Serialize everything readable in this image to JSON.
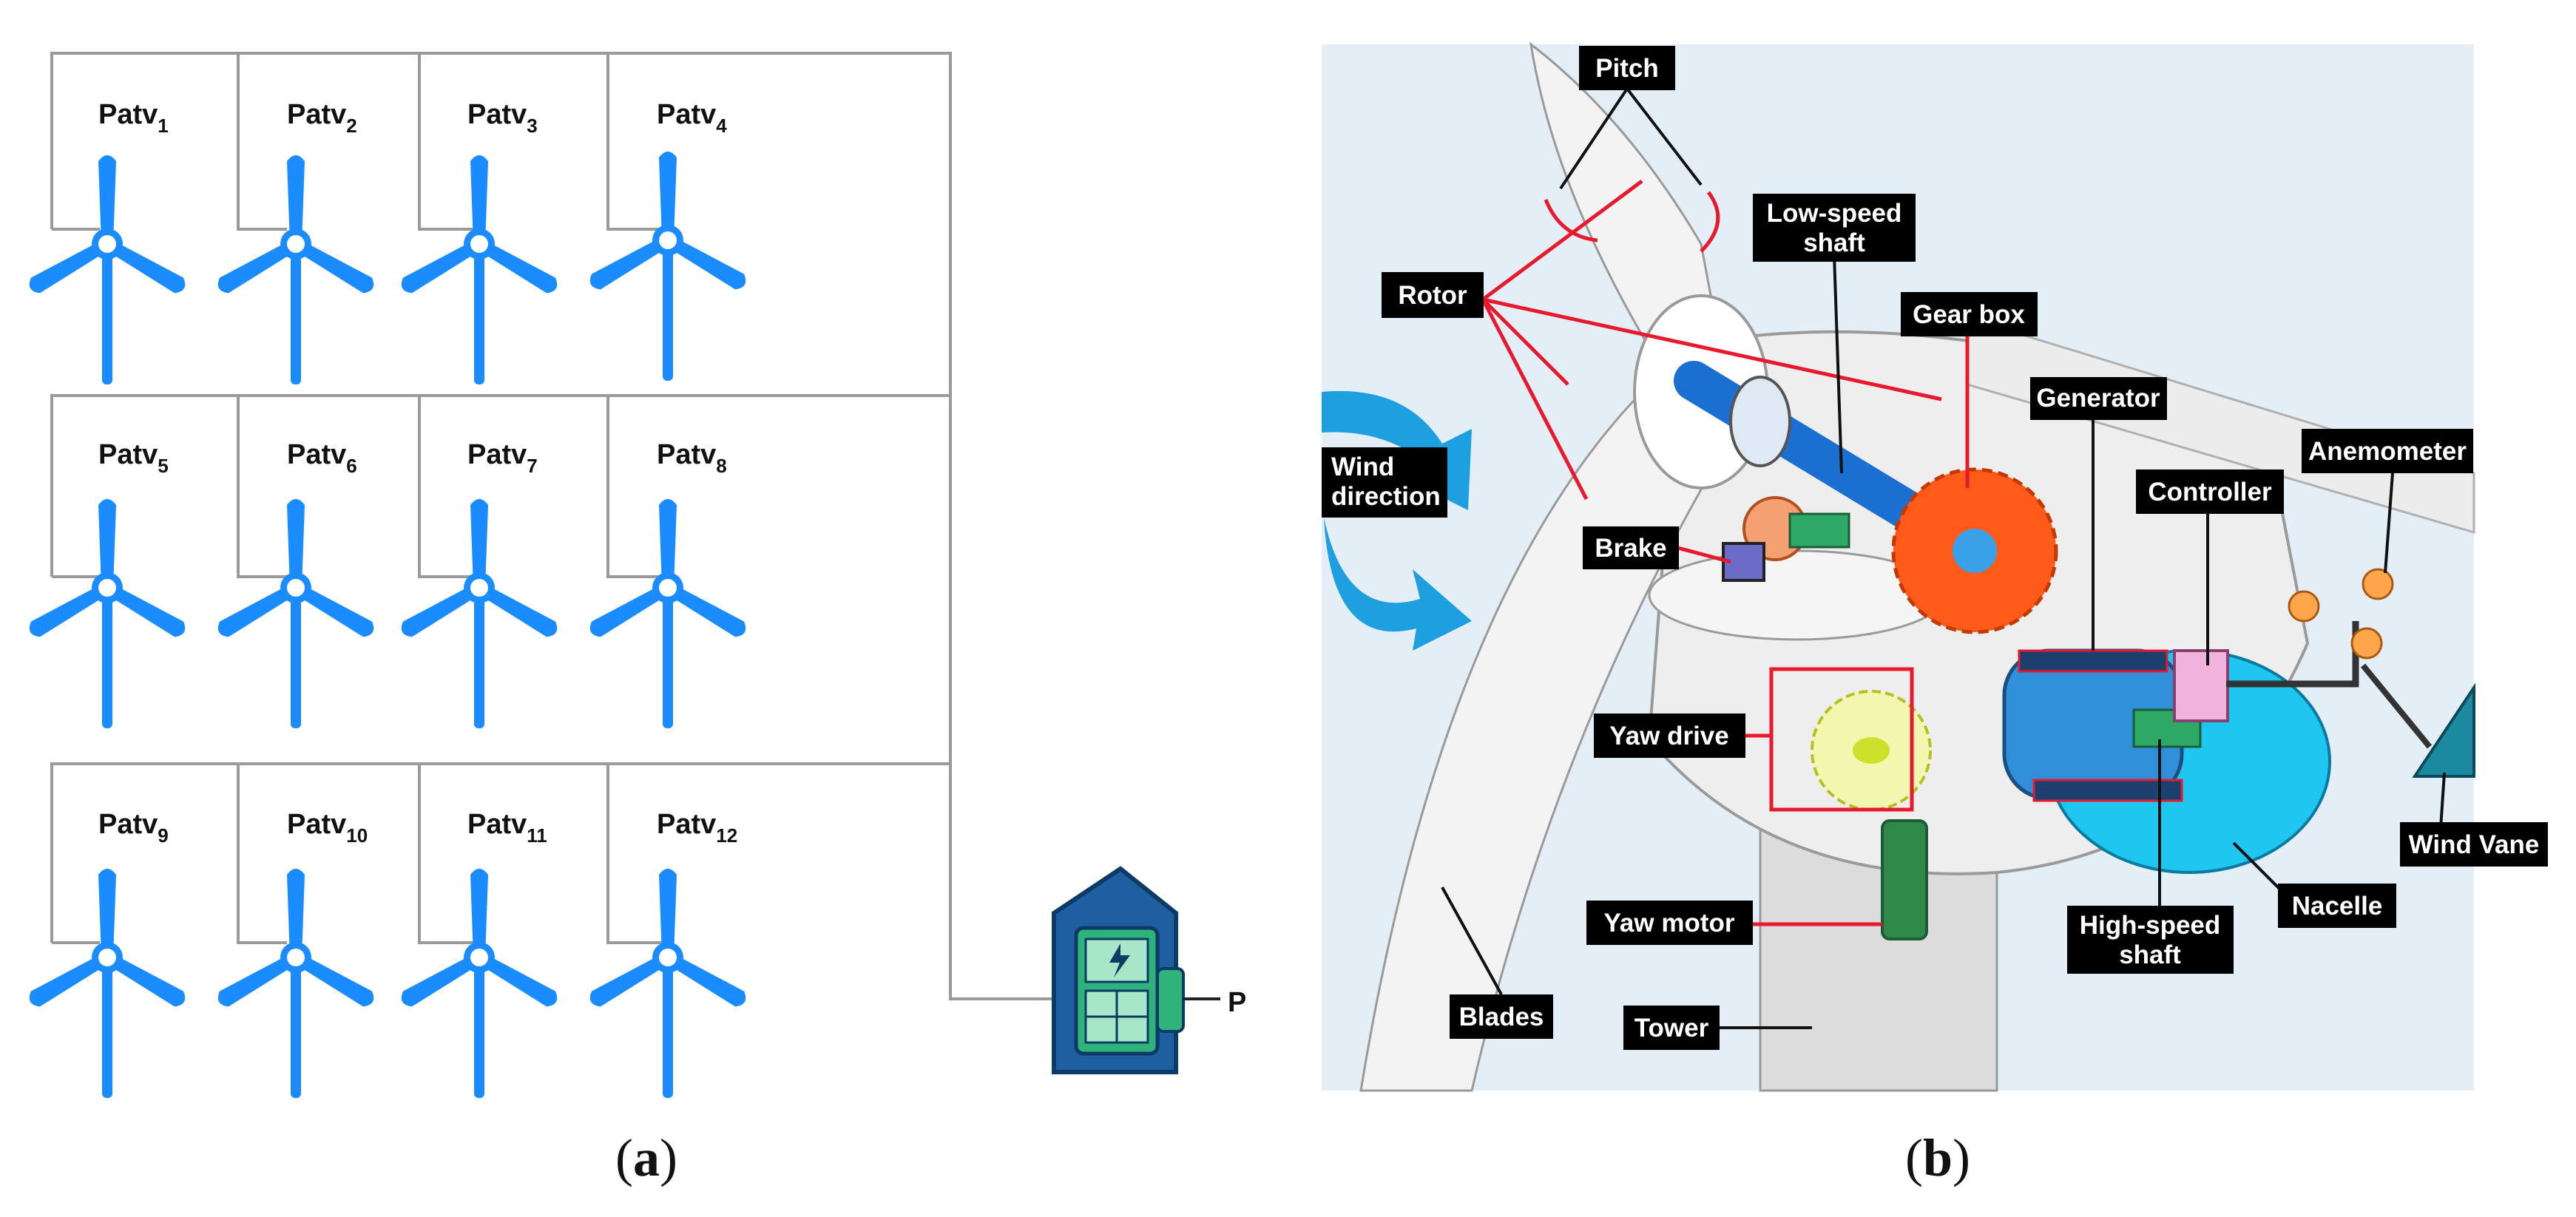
{
  "panel_a": {
    "caption": {
      "paren_open": "(",
      "letter": "a",
      "paren_close": ")"
    },
    "turbines": [
      {
        "base": "Patv",
        "sub": "1"
      },
      {
        "base": "Patv",
        "sub": "2"
      },
      {
        "base": "Patv",
        "sub": "3"
      },
      {
        "base": "Patv",
        "sub": "4"
      },
      {
        "base": "Patv",
        "sub": "5"
      },
      {
        "base": "Patv",
        "sub": "6"
      },
      {
        "base": "Patv",
        "sub": "7"
      },
      {
        "base": "Patv",
        "sub": "8"
      },
      {
        "base": "Patv",
        "sub": "9"
      },
      {
        "base": "Patv",
        "sub": "10"
      },
      {
        "base": "Patv",
        "sub": "11"
      },
      {
        "base": "Patv",
        "sub": "12"
      }
    ],
    "output_label": "P",
    "colors": {
      "turbine": "#1a8cff",
      "wire": "#9a9a9a",
      "station_house": "#1d5fa0",
      "station_panel": "#2fb37a"
    },
    "icons": [
      "wind-turbine-icon",
      "power-station-icon"
    ]
  },
  "panel_b": {
    "caption": {
      "paren_open": "(",
      "letter": "b",
      "paren_close": ")"
    },
    "labels": {
      "pitch": "Pitch",
      "rotor": "Rotor",
      "low_speed_shaft": [
        "Low-speed",
        "shaft"
      ],
      "gear_box": "Gear box",
      "generator": "Generator",
      "anemometer": "Anemometer",
      "wind_direction": [
        "Wind",
        "direction"
      ],
      "controller": "Controller",
      "brake": "Brake",
      "yaw_drive": "Yaw drive",
      "wind_vane": "Wind Vane",
      "yaw_motor": "Yaw motor",
      "high_speed_shaft": [
        "High-speed",
        "shaft"
      ],
      "nacelle": "Nacelle",
      "blades": "Blades",
      "tower": "Tower"
    },
    "colors": {
      "background": "#e4eef6",
      "pointer": "#e8192c",
      "gear": "#ff5a1a",
      "shaft": "#1b6fd1",
      "wind_arrow": "#1e9fe0"
    }
  }
}
